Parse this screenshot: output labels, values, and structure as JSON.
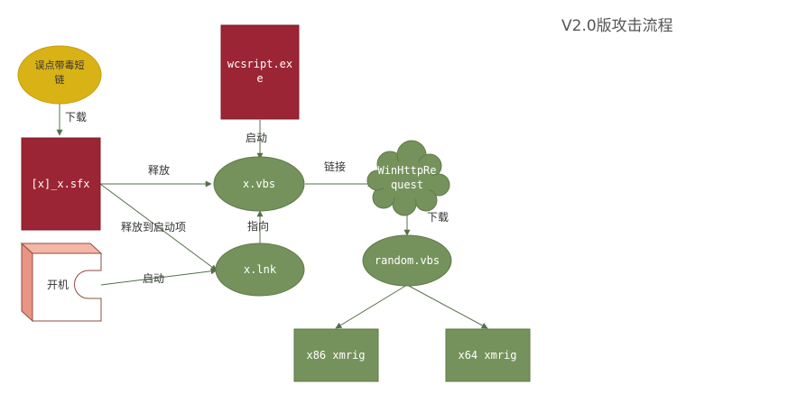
{
  "title": "V2.0版攻击流程",
  "colors": {
    "crimson": "#9b2534",
    "green": "#76925c",
    "gold": "#d9b216",
    "pink": "#f4b7a6",
    "edge": "#55704a"
  },
  "nodes": {
    "start": "误点带毒短链",
    "sfx": "[x]_x.sfx",
    "exe": "wcsript.exe",
    "vbs": "x.vbs",
    "lnk": "x.lnk",
    "boot": "开机",
    "cloud": "WinHttpRequest",
    "random": "random.vbs",
    "x86": "x86 xmrig",
    "x64": "x64 xmrig"
  },
  "edges": {
    "download1": "下载",
    "release": "释放",
    "launch1": "启动",
    "release_startup": "释放到启动项",
    "point_to": "指向",
    "launch2": "启动",
    "link": "链接",
    "download2": "下载"
  }
}
